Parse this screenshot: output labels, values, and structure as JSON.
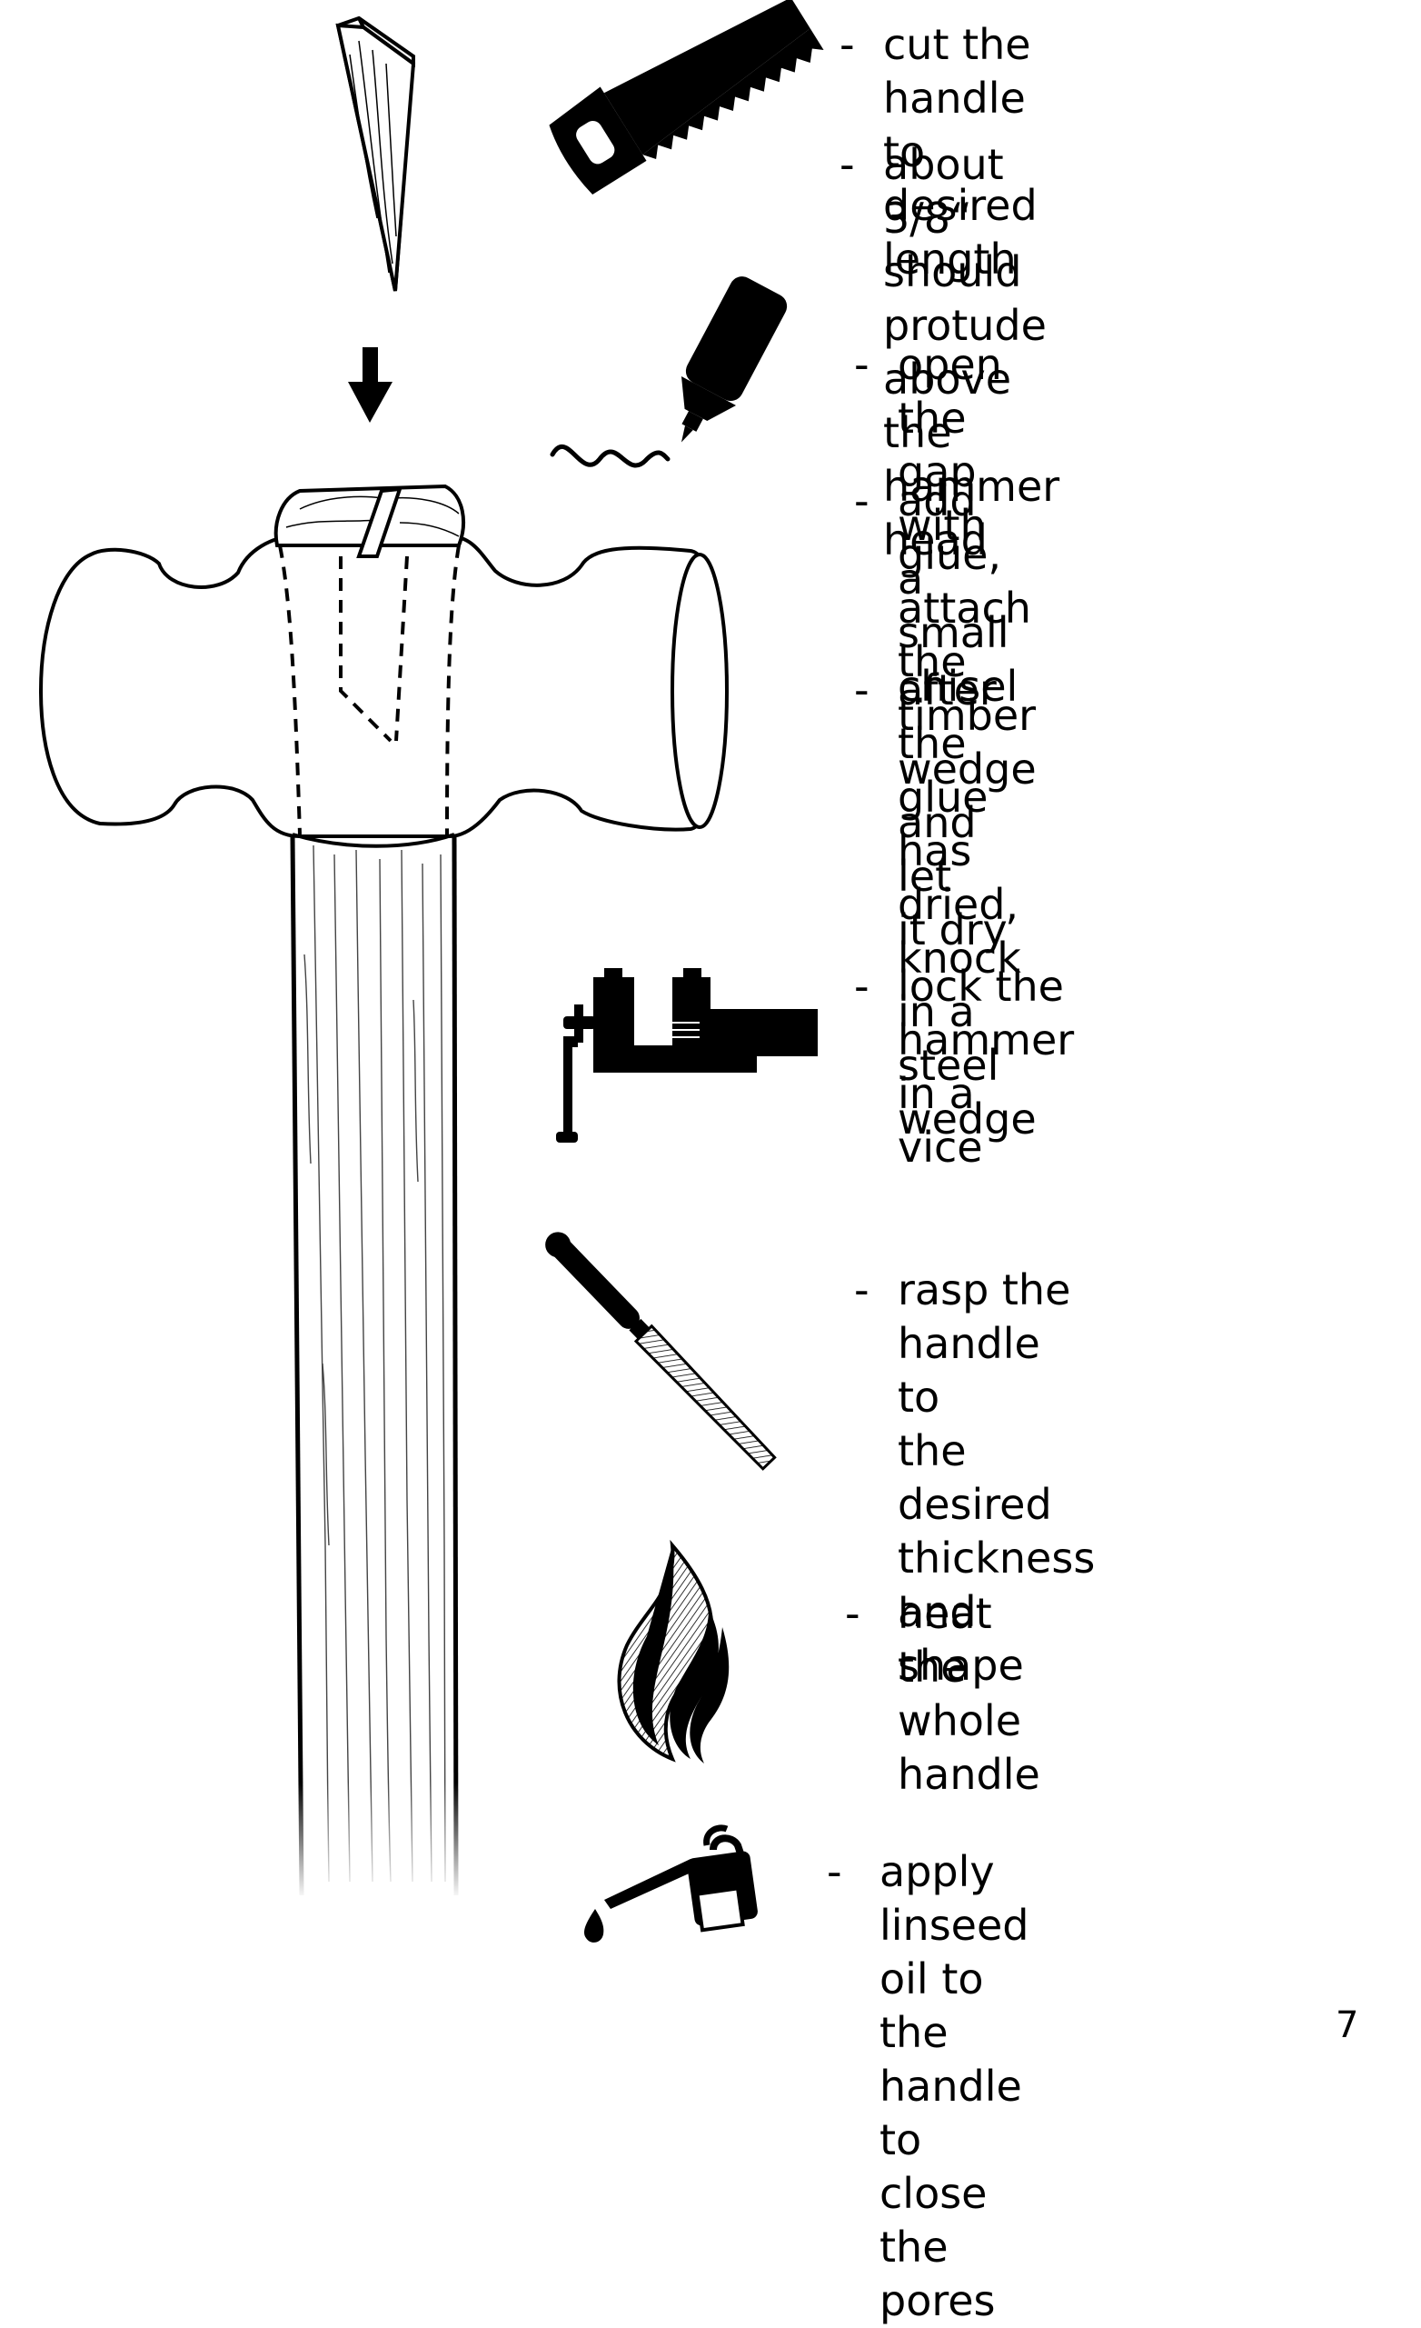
{
  "steps": [
    {
      "dash": "-",
      "text": "cut the handle to\ndesired length"
    },
    {
      "dash": "-",
      "text": "about 3/8“ should\nprotude above the\nhammer head"
    },
    {
      "dash": "-",
      "text": "open the gap with a\nsmall chisel"
    },
    {
      "dash": "-",
      "text": "add glue, attach the\ntimber wedge and let\nit dry"
    },
    {
      "dash": "-",
      "text": "after the glue has\ndried, knock in a\nsteel wedge"
    },
    {
      "dash": "-",
      "text": "lock the hammer in a\nvice"
    },
    {
      "dash": "-",
      "text": "rasp the handle to\nthe desired thickness\nand shape"
    },
    {
      "dash": "-",
      "text": "heat the whole handle"
    },
    {
      "dash": "-",
      "text": "apply linseed oil to the\nhandle to close the\npores"
    }
  ],
  "icons": [
    "wedge-icon",
    "arrow-down-icon",
    "saw-icon",
    "glue-bottle-icon",
    "hammer-head-icon",
    "handle-icon",
    "vice-icon",
    "rasp-icon",
    "flame-icon",
    "oil-can-icon"
  ],
  "page_number": "7"
}
